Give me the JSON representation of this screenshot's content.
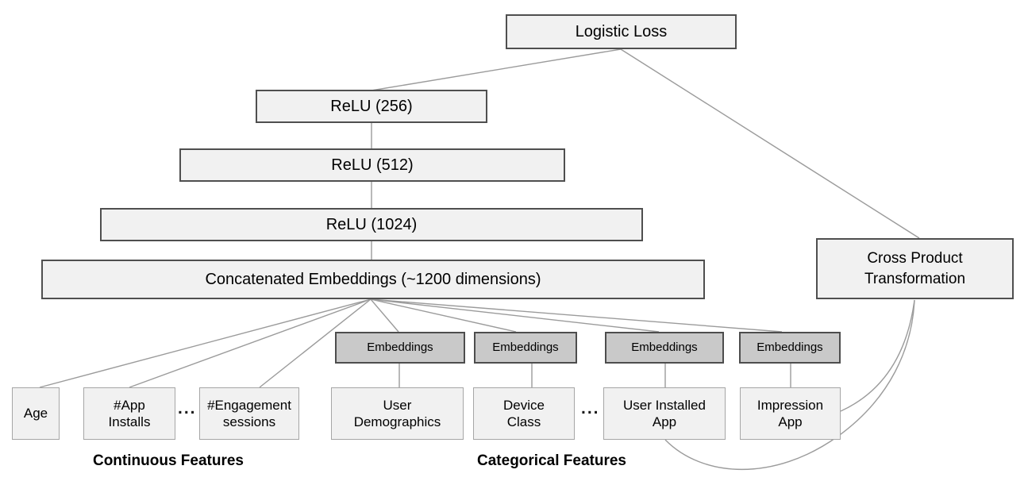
{
  "colors": {
    "box_fill": "#f1f1f1",
    "embedding_fill": "#c9c9c9",
    "dark_border": "#4f4f4f",
    "light_border": "#a6a6a6",
    "line": "#9b9b9b",
    "text": "#000000"
  },
  "deep_branch": {
    "logistic_loss": "Logistic Loss",
    "relu_layers": [
      {
        "label": "ReLU (256)"
      },
      {
        "label": "ReLU (512)"
      },
      {
        "label": "ReLU (1024)"
      }
    ],
    "concatenated_embeddings": "Concatenated Embeddings (~1200 dimensions)"
  },
  "wide_branch": {
    "cross_product_transformation": "Cross Product\nTransformation"
  },
  "embedding_layers": [
    {
      "label": "Embeddings"
    },
    {
      "label": "Embeddings"
    },
    {
      "label": "Embeddings"
    },
    {
      "label": "Embeddings"
    }
  ],
  "continuous_features": {
    "group_label": "Continuous Features",
    "ellipsis": "...",
    "items": [
      {
        "label": "Age"
      },
      {
        "label": "#App\nInstalls"
      },
      {
        "label": "#Engagement\nsessions"
      }
    ]
  },
  "categorical_features": {
    "group_label": "Categorical Features",
    "ellipsis": "...",
    "items": [
      {
        "label": "User\nDemographics"
      },
      {
        "label": "Device\nClass"
      },
      {
        "label": "User Installed\nApp"
      },
      {
        "label": "Impression\nApp"
      }
    ]
  },
  "edges": [
    {
      "from": "Logistic Loss",
      "to": "ReLU (256)"
    },
    {
      "from": "Logistic Loss",
      "to": "Cross Product Transformation"
    },
    {
      "from": "ReLU (256)",
      "to": "ReLU (512)"
    },
    {
      "from": "ReLU (512)",
      "to": "ReLU (1024)"
    },
    {
      "from": "ReLU (1024)",
      "to": "Concatenated Embeddings (~1200 dimensions)"
    },
    {
      "from": "Concatenated Embeddings (~1200 dimensions)",
      "to": "Age"
    },
    {
      "from": "Concatenated Embeddings (~1200 dimensions)",
      "to": "#App Installs"
    },
    {
      "from": "Concatenated Embeddings (~1200 dimensions)",
      "to": "#Engagement sessions"
    },
    {
      "from": "Concatenated Embeddings (~1200 dimensions)",
      "to": "Embeddings (User Demographics)"
    },
    {
      "from": "Concatenated Embeddings (~1200 dimensions)",
      "to": "Embeddings (Device Class)"
    },
    {
      "from": "Concatenated Embeddings (~1200 dimensions)",
      "to": "Embeddings (User Installed App)"
    },
    {
      "from": "Concatenated Embeddings (~1200 dimensions)",
      "to": "Embeddings (Impression App)"
    },
    {
      "from": "Embeddings (User Demographics)",
      "to": "User Demographics"
    },
    {
      "from": "Embeddings (Device Class)",
      "to": "Device Class"
    },
    {
      "from": "Embeddings (User Installed App)",
      "to": "User Installed App"
    },
    {
      "from": "Embeddings (Impression App)",
      "to": "Impression App"
    },
    {
      "from": "User Installed App",
      "to": "Cross Product Transformation"
    },
    {
      "from": "Impression App",
      "to": "Cross Product Transformation"
    }
  ]
}
